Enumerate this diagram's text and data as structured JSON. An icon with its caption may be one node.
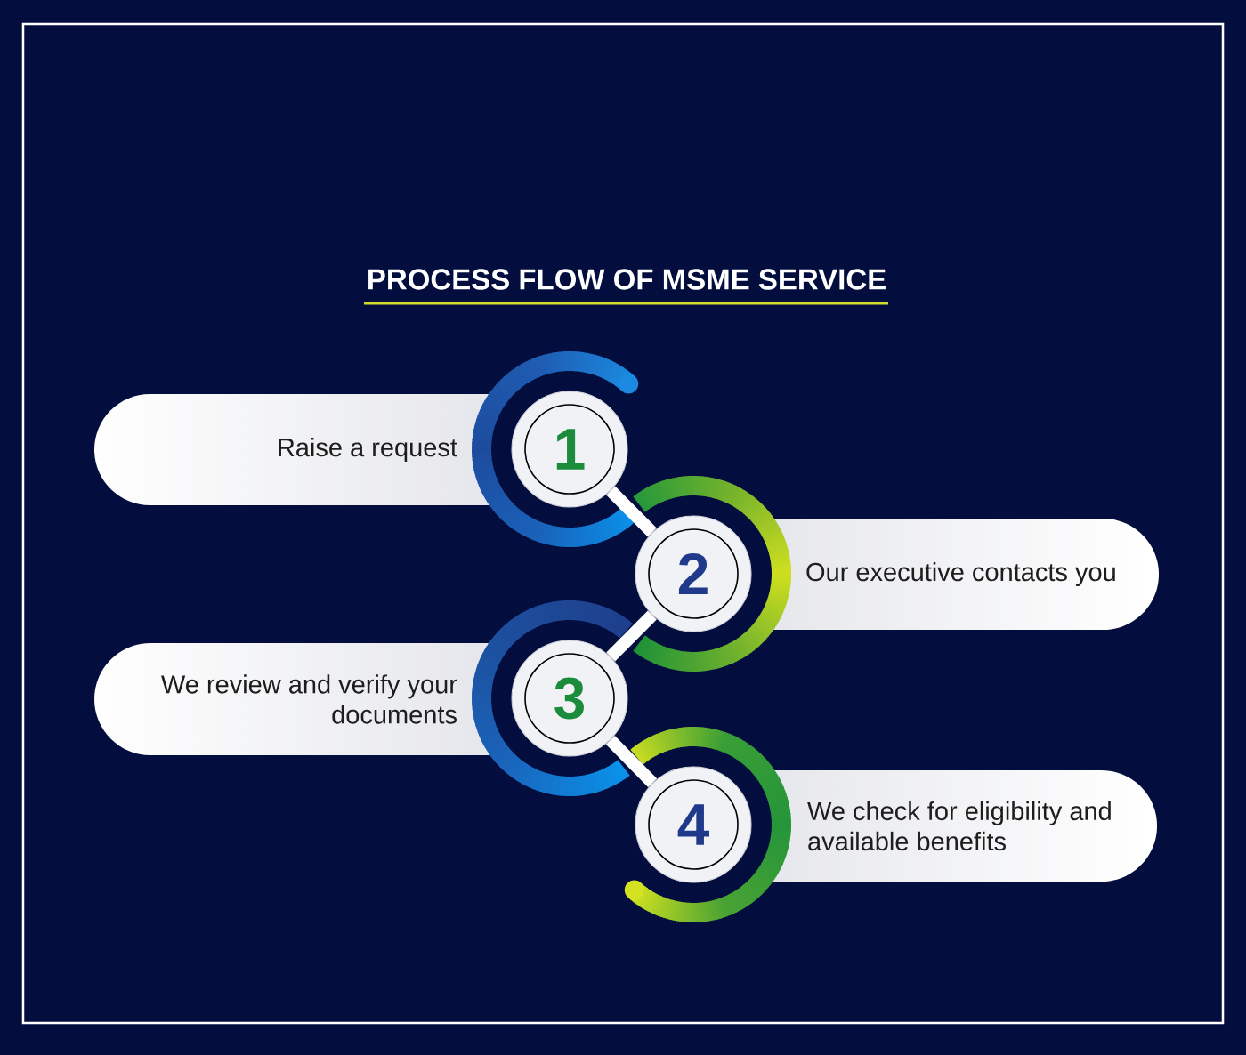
{
  "diagram": {
    "title": "PROCESS FLOW OF MSME SERVICE",
    "nodes": [
      {
        "text": [
          "Raise a request"
        ]
      },
      {
        "text": [
          "1"
        ]
      },
      {
        "text": [
          "2"
        ]
      },
      {
        "text": [
          "Our executive contacts you"
        ]
      },
      {
        "text": [
          "We review and verify your documents"
        ]
      },
      {
        "text": [
          "3"
        ]
      },
      {
        "text": [
          "4"
        ]
      },
      {
        "text": [
          "We check for eligibility and available benefits"
        ]
      }
    ],
    "edges": [
      {
        "from": 1,
        "to": 2,
        "arrow": "none"
      },
      {
        "from": 2,
        "to": 5,
        "arrow": "none"
      },
      {
        "from": 5,
        "to": 6,
        "arrow": "none"
      }
    ]
  }
}
